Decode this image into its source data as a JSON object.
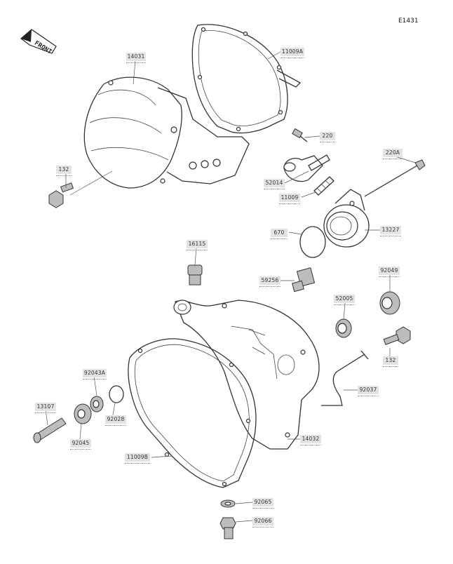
{
  "diagram_code": "E1431",
  "front_badge": "FRONT",
  "labels": {
    "p14031": "14031",
    "p11009A": "11009A",
    "p220": "220",
    "p220A": "220A",
    "p132a": "132",
    "p52014": "52014",
    "p11009": "11009",
    "p670": "670",
    "p13227": "13227",
    "p16115": "16115",
    "p59256": "59256",
    "p92049": "92049",
    "p52005": "52005",
    "p132b": "132",
    "p92043A": "92043A",
    "p92037": "92037",
    "p13107": "13107",
    "p92028": "92028",
    "p92045": "92045",
    "p14032": "14032",
    "p11009B": "11009B",
    "p92065": "92065",
    "p92066": "92066"
  }
}
